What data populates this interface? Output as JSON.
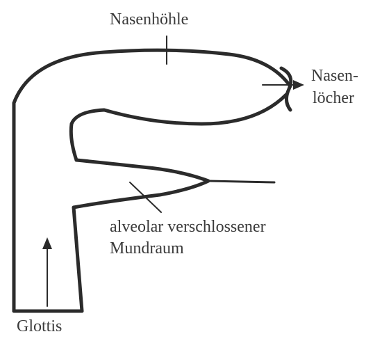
{
  "labels": {
    "nasal_cavity": "Nasenhöhle",
    "nostrils_line1": "Nasen-",
    "nostrils_line2": "löcher",
    "mouth_line1": "alveolar verschlossener",
    "mouth_line2": "Mundraum",
    "glottis": "Glottis"
  }
}
